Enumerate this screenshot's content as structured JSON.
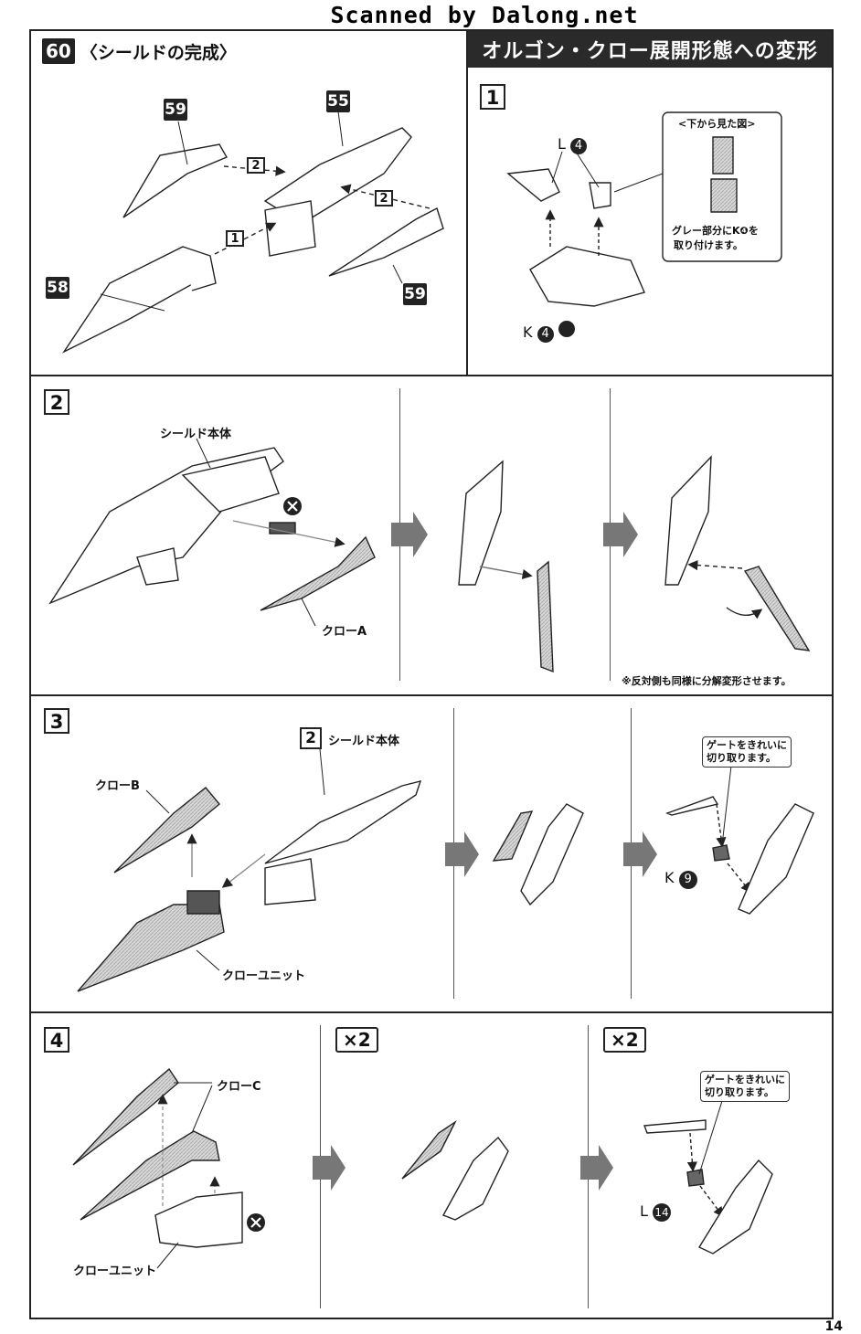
{
  "scan_header": "Scanned by Dalong.net",
  "page_number": "14",
  "step60": {
    "number": "60",
    "title": "〈シールドの完成〉"
  },
  "transform_title": "オルゴン・クロー展開形態への変形",
  "step60_callouts": {
    "part59a": "59",
    "part55": "55",
    "part58": "58",
    "part59b": "59",
    "seq1": "1",
    "seq2a": "2",
    "seq2b": "2"
  },
  "panel1": {
    "number": "1",
    "l_label": "L",
    "l_num": "4",
    "k_label": "K",
    "k_num": "4",
    "bottom_view_title": "<下から見た図>",
    "bottom_view_note_line1": "グレー部分にK❹を",
    "bottom_view_note_line2": "取り付けます。"
  },
  "panel2": {
    "number": "2",
    "shield_body": "シールド本体",
    "claw_a": "クローA",
    "note": "※反対側も同様に分解変形させます。"
  },
  "panel3": {
    "number": "3",
    "ref_step": "2",
    "shield_body": "シールド本体",
    "claw_b": "クローB",
    "claw_unit": "クローユニット",
    "gate_note_line1": "ゲートをきれいに",
    "gate_note_line2": "切り取ります。",
    "k_label": "K",
    "k_num": "9"
  },
  "panel4": {
    "number": "4",
    "claw_c": "クローC",
    "claw_unit": "クローユニット",
    "times_a": "×2",
    "times_b": "×2",
    "gate_note_line1": "ゲートをきれいに",
    "gate_note_line2": "切り取ります。",
    "l_label": "L",
    "l_num": "14"
  }
}
